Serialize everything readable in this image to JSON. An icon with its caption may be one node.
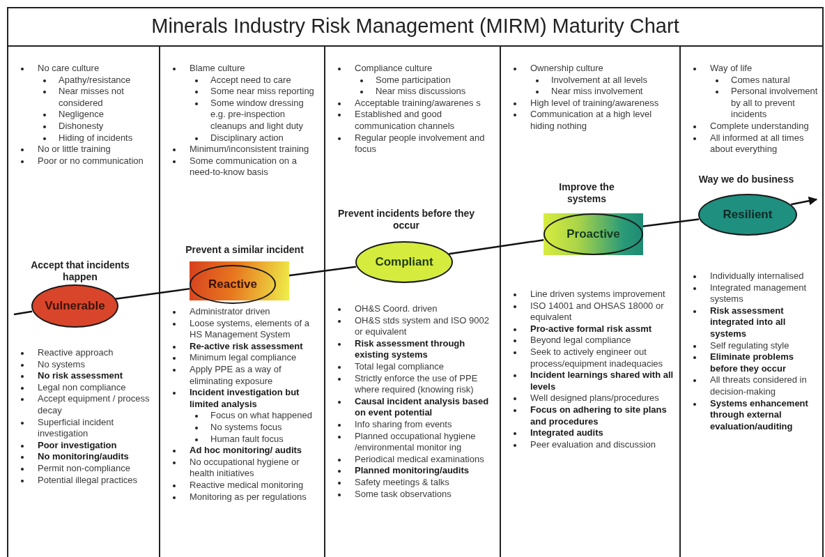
{
  "diagram": {
    "title": "Minerals Industry Risk Management (MIRM) Maturity Chart",
    "nodes": [
      {
        "text": [],
        "shape": "box"
      },
      {
        "text": [
          "No care culture",
          "Apathy/resistance",
          "Near misses not considered",
          "Negligence",
          "Dishonesty",
          "Hiding of incidents",
          "No or little training",
          "Poor or no communication"
        ],
        "in": 0
      },
      {
        "text": [
          "Accept that incidents happen"
        ],
        "in": 0
      },
      {
        "text": [
          "Vulnerable"
        ],
        "in": 0
      },
      {
        "text": [
          "Reactive approach",
          "No systems",
          "No risk assessment",
          "Legal non compliance",
          "Accept equipment / process decay",
          "Superficial incident investigation",
          "Poor investigation",
          "No monitoring/audits",
          "Permit non-compliance",
          "Potential illegal practices"
        ],
        "in": 0
      },
      {
        "text": [],
        "shape": "box"
      },
      {
        "text": [
          "Blame culture",
          "Accept need to care",
          "Some near miss reporting",
          "Some window dressing e.g. pre-inspection cleanups and light duty",
          "Disciplinary action",
          "Minimum/inconsistent training",
          "Some communication on a need-to-know basis"
        ],
        "in": 5
      },
      {
        "text": [
          "Prevent a similar incident"
        ],
        "in": 5
      },
      {
        "text": [
          "Reactive"
        ],
        "in": 5
      },
      {
        "text": [
          "Administrator driven",
          "Loose systems, elements of a HS Management System",
          "Re-active risk assessment",
          "Minimum legal compliance",
          "Apply PPE as a way of eliminating exposure",
          "Incident investigation but limited analysis",
          "Focus on what happened",
          "No systems focus",
          "Human fault focus",
          "Ad hoc monitoring/ audits",
          "No occupational hygiene or health initiatives",
          "Reactive medical monitoring",
          "Monitoring as per regulations"
        ],
        "in": 5
      },
      {
        "text": [],
        "shape": "box"
      },
      {
        "text": [
          "Compliance culture",
          "Some participation",
          "Near miss discussions",
          "Acceptable training/awarenes s",
          "Established and good communication channels",
          "Regular people involvement and focus"
        ],
        "in": 10
      },
      {
        "text": [
          "Prevent incidents before they occur"
        ],
        "in": 10
      },
      {
        "text": [
          "Compliant"
        ],
        "in": 10
      },
      {
        "text": [
          "OH&S Coord. driven",
          "OH&S stds system and ISO 9002 or equivalent",
          "Risk assessment through existing systems",
          "Total legal compliance",
          "Strictly enforce the use of PPE where required (knowing risk)",
          "Causal incident analysis based on event potential",
          "Info sharing from events",
          "Planned occupational hygiene /environmental monitor ing",
          "Periodical medical examinations",
          "Planned monitoring/audits",
          "Safety meetings & talks",
          "Some task observations"
        ],
        "in": 10
      },
      {
        "text": [],
        "shape": "box"
      },
      {
        "text": [
          "Ownership culture",
          "Involvement at all levels",
          "Near miss involvement",
          "High level of training/awareness",
          "Communication at a high level hiding nothing"
        ],
        "in": 15
      },
      {
        "text": [
          "Improve the systems"
        ],
        "in": 15
      },
      {
        "text": [
          "Proactive"
        ],
        "in": 15
      },
      {
        "text": [
          "Line driven systems improvement",
          "ISO 14001 and OHSAS 18000 or equivalent",
          "Pro-active formal risk assmt",
          "Beyond legal compliance",
          "Seek to actively engineer out process/equipment inadequacies",
          "Incident learnings shared with all levels",
          "Well designed plans/procedures",
          "Focus on adhering to site plans and procedures",
          "Integrated audits",
          "Peer evaluation and discussion"
        ],
        "in": 15
      },
      {
        "text": [],
        "shape": "box"
      },
      {
        "text": [
          "Way of life",
          "Comes natural",
          "Personal involvement by all to prevent incidents",
          "Complete understanding",
          "All informed at all times about everything"
        ],
        "in": 20
      },
      {
        "text": [
          "Way we do business"
        ],
        "in": 20
      },
      {
        "text": [
          "Resilient"
        ],
        "in": 20
      },
      {
        "text": [
          "Individually internalised",
          "Integrated management systems",
          "Risk assessment integrated into all systems",
          "Self regulating style",
          "Eliminate problems before they occur",
          "All threats considered in decision-making",
          "Systems enhancement through external evaluation/auditing"
        ],
        "in": 20
      }
    ],
    "edges": [
      {
        "from": null,
        "to": 3,
        "arrow": "none"
      },
      {
        "from": 3,
        "to": 8,
        "arrow": "none"
      },
      {
        "from": 8,
        "to": 13,
        "arrow": "none"
      },
      {
        "from": 13,
        "to": 18,
        "arrow": "none"
      },
      {
        "from": 18,
        "to": 23,
        "arrow": "none"
      },
      {
        "from": 23,
        "to": null,
        "arrow": "to"
      }
    ]
  }
}
